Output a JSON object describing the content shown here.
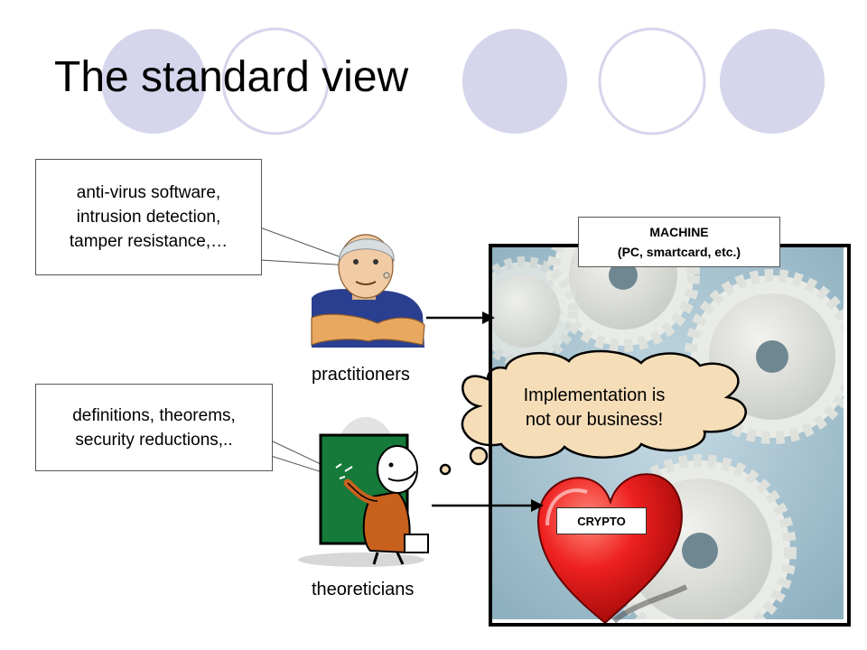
{
  "slide": {
    "title": "The standard view"
  },
  "callouts": {
    "practitioner_tools": "anti-virus software,\nintrusion detection,\ntamper resistance,…",
    "theory_tools": "definitions, theorems,\nsecurity reductions,.."
  },
  "actors": {
    "practitioners": "practitioners",
    "theoreticians": "theoreticians"
  },
  "machine": {
    "label": "MACHINE\n(PC, smartcard, etc.)"
  },
  "thought_bubble": {
    "text": "Implementation is\nnot our business!"
  },
  "crypto": {
    "label": "CRYPTO"
  },
  "colors": {
    "circle_fill": "#d5d5ec",
    "circle_outline": "#d5d5ec",
    "thought_fill": "#f5ddb8",
    "heart": "#e01a1a",
    "machine_bg": "#a9c3cf"
  }
}
